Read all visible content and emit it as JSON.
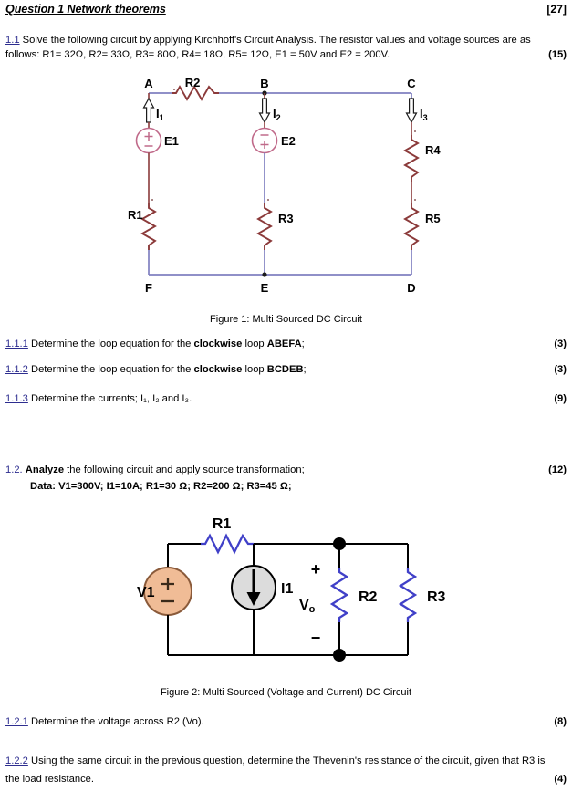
{
  "question": {
    "title": "Question 1 Network theorems",
    "total_marks": "[27]"
  },
  "items": [
    {
      "number": "1.1",
      "text": " Solve the following circuit by applying Kirchhoff's Circuit Analysis. The resistor values and voltage sources are as follows: R1= 32Ω, R2= 33Ω, R3= 80Ω, R4= 18Ω, R5= 12Ω, E1 = 50V and E2 = 200V.",
      "marks": "(15)"
    },
    {
      "number": "1.1.1",
      "text_pre": " Determine the loop equation for the ",
      "bold1": "clockwise",
      "text_mid": " loop ",
      "bold2": "ABEFA",
      "text_post": ";",
      "marks": "(3)"
    },
    {
      "number": "1.1.2",
      "text_pre": " Determine the loop equation for the ",
      "bold1": "clockwise",
      "text_mid": " loop ",
      "bold2": "BCDEB",
      "text_post": ";",
      "marks": "(3)"
    },
    {
      "number": "1.1.3",
      "text": " Determine the currents; I₁, I₂ and I₃.",
      "marks": "(9)"
    },
    {
      "number": "1.2.",
      "bold_lead": "Analyze",
      "text": " the following circuit and apply source transformation;",
      "marks": "(12)"
    },
    {
      "number": "1.2.1",
      "text": " Determine the voltage across R2 (Vo).",
      "marks": "(8)"
    },
    {
      "number": "1.2.2",
      "text": " Using the same circuit in the previous question, determine the Thevenin's resistance of the circuit, given that R3 is the load resistance.",
      "marks": "(4)"
    }
  ],
  "data_line": "Data: V1=300V; I1=10A; R1=30 Ω; R2=200 Ω; R3=45 Ω;",
  "figure1": {
    "caption": "Figure 1: Multi Sourced DC Circuit",
    "nodes": {
      "A": "A",
      "B": "B",
      "C": "C",
      "D": "D",
      "E": "E",
      "F": "F"
    },
    "components": {
      "R1": "R1",
      "R2": "R2",
      "R3": "R3",
      "R4": "R4",
      "R5": "R5",
      "E1": "E1",
      "E2": "E2"
    },
    "currents": {
      "I1": "I",
      "I1sub": "1",
      "I2": "I",
      "I2sub": "2",
      "I3": "I",
      "I3sub": "3"
    },
    "polarity": {
      "plus": "+",
      "minus": "−"
    },
    "colors": {
      "wire": "#8080c0",
      "resistor": "#8b3a3a",
      "source_outline": "#c06a8a",
      "text": "#000000"
    }
  },
  "figure2": {
    "caption": "Figure 2: Multi Sourced (Voltage and Current) DC Circuit",
    "components": {
      "V1": "V1",
      "I1": "I1",
      "R1": "R1",
      "R2": "R2",
      "R3": "R3",
      "Vo": "V",
      "Vo_sub": "o"
    },
    "polarity": {
      "plus": "+",
      "minus": "−",
      "src_plus": "+",
      "src_minus": "−"
    },
    "colors": {
      "wire": "#000000",
      "resistor": "#4040c8",
      "vsource_fill": "#f0bc96",
      "vsource_stroke": "#8a5a3a",
      "isource_fill": "#dcdcdc",
      "isource_stroke": "#000000"
    }
  }
}
